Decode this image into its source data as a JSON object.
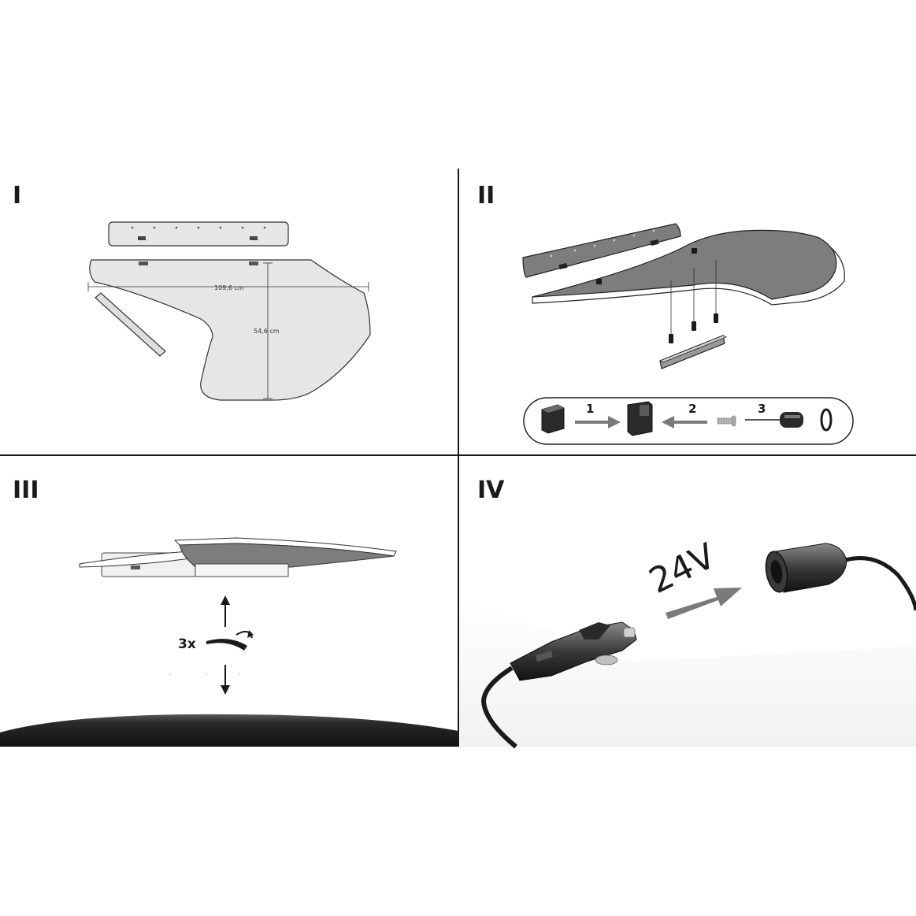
{
  "panels": [
    {
      "id": "I",
      "label": "I"
    },
    {
      "id": "II",
      "label": "II"
    },
    {
      "id": "III",
      "label": "III"
    },
    {
      "id": "IV",
      "label": "IV"
    }
  ],
  "panel1": {
    "width_label": "109,6 cm",
    "depth_label": "54,6 cm"
  },
  "panel2": {
    "sequence_steps": [
      "1",
      "2",
      "3"
    ]
  },
  "panel3": {
    "repeat_label": "3x"
  },
  "panel4": {
    "voltage_label": "24V"
  },
  "colors": {
    "divider": "#1a1a1a",
    "tray_light": "#e4e4e4",
    "tray_dark": "#7d7d7d",
    "rail": "#dcdcdc",
    "dashboard": "#222222"
  }
}
